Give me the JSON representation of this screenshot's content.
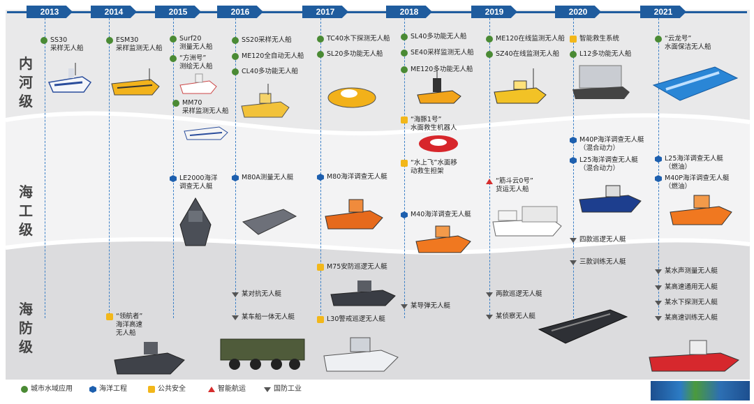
{
  "years": [
    "2013",
    "2014",
    "2015",
    "2016",
    "2017",
    "2018",
    "2019",
    "2020",
    "2021"
  ],
  "zones": [
    "内河级",
    "海工级",
    "海防级"
  ],
  "items": [
    {
      "t": "SS30\n采样无人船",
      "m": "city"
    },
    {
      "t": "ESM30\n采样监测无人船",
      "m": "city"
    },
    {
      "t": "Surf20\n测量无人船",
      "m": "city"
    },
    {
      "t": "“方洲号”\n测绘无人船",
      "m": "city"
    },
    {
      "t": "MM70\n采样监测无人船",
      "m": "city"
    },
    {
      "t": "LE2000海洋\n调查无人艇",
      "m": "marine"
    },
    {
      "t": "“领航者”\n海洋高速\n无人船",
      "m": "public"
    },
    {
      "t": "SS20采样无人船",
      "m": "city"
    },
    {
      "t": "ME120全自动无人船",
      "m": "city"
    },
    {
      "t": "CL40多功能无人船",
      "m": "city"
    },
    {
      "t": "M80A测量无人艇",
      "m": "marine"
    },
    {
      "t": "某对抗无人艇",
      "m": "defense"
    },
    {
      "t": "某车船一体无人艇",
      "m": "defense"
    },
    {
      "t": "TC40水下探测无人船",
      "m": "city"
    },
    {
      "t": "SL20多功能无人船",
      "m": "city"
    },
    {
      "t": "M80海洋调查无人艇",
      "m": "marine"
    },
    {
      "t": "M75安防巡逻无人艇",
      "m": "public"
    },
    {
      "t": "L30警戒巡逻无人艇",
      "m": "public"
    },
    {
      "t": "SL40多功能无人船",
      "m": "city"
    },
    {
      "t": "SE40采样监测无人船",
      "m": "city"
    },
    {
      "t": "ME120多功能无人船",
      "m": "city"
    },
    {
      "t": "“海豚1号”\n水面救生机器人",
      "m": "public"
    },
    {
      "t": "“水上飞”水面移\n动救生担架",
      "m": "public"
    },
    {
      "t": "M40海洋调查无人艇",
      "m": "marine"
    },
    {
      "t": "某导弹无人艇",
      "m": "defense"
    },
    {
      "t": "ME120在线监测无人船",
      "m": "city"
    },
    {
      "t": "SZ40在线监测无人船",
      "m": "city"
    },
    {
      "t": "“筋斗云0号”\n货运无人船",
      "m": "nav"
    },
    {
      "t": "两款巡逻无人艇",
      "m": "defense"
    },
    {
      "t": "某侦察无人艇",
      "m": "defense"
    },
    {
      "t": "智能救生系统",
      "m": "public"
    },
    {
      "t": "L12多功能无人船",
      "m": "city"
    },
    {
      "t": "M40P海洋调查无人艇\n（混合动力）",
      "m": "marine"
    },
    {
      "t": "L25海洋调查无人艇\n（混合动力）",
      "m": "marine"
    },
    {
      "t": "四款巡逻无人艇",
      "m": "defense"
    },
    {
      "t": "三款训练无人艇",
      "m": "defense"
    },
    {
      "t": "“云龙号”\n水面保洁无人船",
      "m": "city"
    },
    {
      "t": "L25海洋调查无人艇\n（燃油）",
      "m": "marine"
    },
    {
      "t": "M40P海洋调查无人艇\n（燃油）",
      "m": "marine"
    },
    {
      "t": "某水声测量无人艇",
      "m": "defense"
    },
    {
      "t": "某高速通用无人艇",
      "m": "defense"
    },
    {
      "t": "某水下探测无人艇",
      "m": "defense"
    },
    {
      "t": "某高速训练无人艇",
      "m": "defense"
    }
  ],
  "legend": [
    {
      "t": "城市水域应用",
      "m": "city"
    },
    {
      "t": "海洋工程",
      "m": "marine"
    },
    {
      "t": "公共安全",
      "m": "public"
    },
    {
      "t": "智能航运",
      "m": "nav"
    },
    {
      "t": "国防工业",
      "m": "defense"
    }
  ],
  "colors": {
    "timeline": "#1f5c9e",
    "city": "#4a8a34",
    "marine": "#1d5fae",
    "public": "#f2b71a",
    "nav": "#d62d2d",
    "defense": "#555555"
  }
}
